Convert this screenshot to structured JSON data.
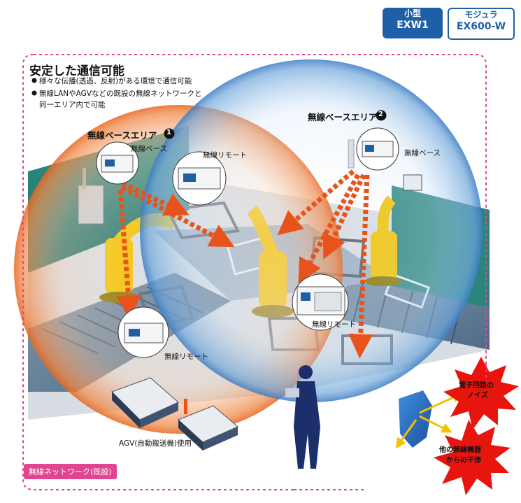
{
  "badges": [
    {
      "top": "小型",
      "bottom": "EXW1",
      "style": "filled"
    },
    {
      "top": "モジュラ",
      "bottom": "EX600-W",
      "style": "outline"
    }
  ],
  "headline": {
    "title": "安定した通信可能",
    "bullets": [
      "様々な伝播(透過、反射)がある環境で通信可能",
      "無線LANやAGVなどの既設の無線ネットワークと",
      "同一エリア内で可能"
    ]
  },
  "areas": [
    {
      "label": "無線ベースエリア",
      "number": "1"
    },
    {
      "label": "無線ベースエリア",
      "number": "2"
    }
  ],
  "device_labels": {
    "base_1": "無線ベース",
    "remote_top": "無線リモート",
    "remote_lower_left": "無線リモート",
    "base_2": "無線ベース",
    "remote_right": "無線リモート"
  },
  "agv_label": "AGV(自動搬送機)使用",
  "network_tag": "無線ネットワーク(既設)",
  "interference": [
    {
      "lines": [
        "電子回路の",
        "ノイズ"
      ]
    },
    {
      "lines": [
        "他の無線機器",
        "からの干渉"
      ]
    }
  ],
  "colors": {
    "brand_blue": "#1f5fa8",
    "pink_dash": "#e0458f",
    "arrow_orange": "#e8531c",
    "robot_yellow": "#f2c200",
    "burst_red": "#e8150f"
  }
}
